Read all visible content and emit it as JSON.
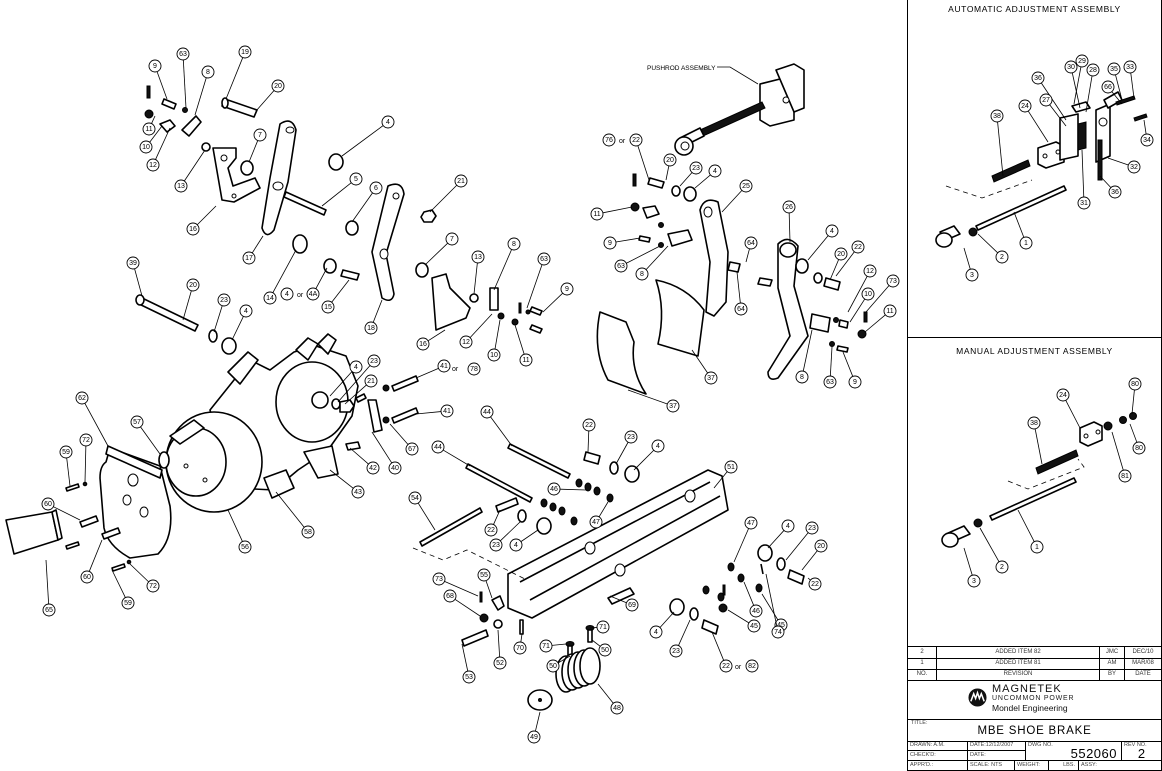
{
  "drawing": {
    "pushrod_label": "PUSHROD ASSEMBLY",
    "or_word": "or",
    "balloons_main": {
      "upper_left": [
        "9",
        "63",
        "8",
        "19",
        "20",
        "11",
        "10",
        "12",
        "13",
        "7",
        "4",
        "5",
        "6",
        "16",
        "17",
        "14",
        "4",
        "4A",
        "15",
        "18",
        "21",
        "7",
        "13",
        "8",
        "63",
        "9",
        "16",
        "12",
        "10",
        "11",
        "39",
        "20",
        "23",
        "4"
      ],
      "upper_right": [
        "76",
        "22",
        "20",
        "23",
        "4",
        "25",
        "11",
        "9",
        "63",
        "8",
        "26",
        "64",
        "4",
        "20",
        "22",
        "12",
        "73",
        "10",
        "11",
        "64",
        "8",
        "63",
        "9",
        "37",
        "37"
      ],
      "housing": [
        "62",
        "57",
        "59",
        "72",
        "60",
        "60",
        "65",
        "59",
        "72",
        "56",
        "58",
        "43",
        "4",
        "23",
        "21",
        "41",
        "78",
        "41",
        "67",
        "42",
        "40",
        "44",
        "44",
        "22",
        "23",
        "4"
      ],
      "lever_frame": [
        "54",
        "46",
        "47",
        "22",
        "23",
        "4",
        "51",
        "69",
        "73",
        "55",
        "68",
        "52",
        "53",
        "70",
        "71",
        "71",
        "50",
        "50",
        "48",
        "49",
        "47",
        "4",
        "23",
        "20",
        "22",
        "46",
        "45",
        "45",
        "74",
        "4",
        "23",
        "22",
        "82"
      ]
    }
  },
  "auto_panel": {
    "title": "AUTOMATIC ADJUSTMENT ASSEMBLY",
    "balloons": [
      "29",
      "30",
      "28",
      "35",
      "33",
      "36",
      "66",
      "27",
      "24",
      "38",
      "34",
      "32",
      "31",
      "36",
      "1",
      "2",
      "3"
    ]
  },
  "manual_panel": {
    "title": "MANUAL ADJUSTMENT ASSEMBLY",
    "balloons": [
      "80",
      "24",
      "38",
      "80",
      "81",
      "1",
      "2",
      "3"
    ]
  },
  "title_block": {
    "revisions": [
      {
        "no": "2",
        "description": "ADDED ITEM 82",
        "by": "JMC",
        "date": "DEC/10"
      },
      {
        "no": "1",
        "description": "ADDED ITEM 81",
        "by": "AM",
        "date": "MAR/08"
      }
    ],
    "rev_header": {
      "no": "NO.",
      "description": "REVISION",
      "by": "BY",
      "date": "DATE"
    },
    "company": "MAGNETEK",
    "tagline": "UNCOMMON POWER",
    "division": "Mondel Engineering",
    "title_label": "TITLE:",
    "title": "MBE SHOE BRAKE",
    "drawn_label": "DRAWN: A.M.",
    "drawn_date": "DATE:12/12/2007",
    "dwg_no_label": "DWG NO.",
    "dwg_no": "552060",
    "rev_no_label": "REV NO.",
    "rev_no": "2",
    "checked_label": "CHECK'D:",
    "checked_date": "DATE:",
    "approved_label": "APPR'D.:",
    "scale_label": "SCALE: NTS",
    "weight_label": "WEIGHT:",
    "weight_unit": "LBS.",
    "assy_label": "ASSY:"
  }
}
